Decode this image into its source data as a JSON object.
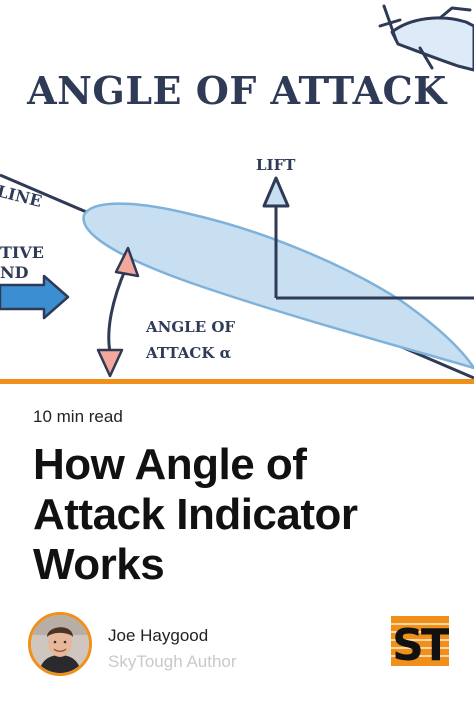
{
  "hero": {
    "title": "ANGLE OF ATTACK",
    "chord_line_label": "LINE",
    "relative_wind_label_line1": "TIVE",
    "relative_wind_label_line2": "ND",
    "lift_label": "LIFT",
    "aoa_label_line1": "ANGLE OF",
    "aoa_label_line2": "ATTACK α",
    "accent_color": "#f0901a",
    "wind_arrow_color": "#3b8fd0"
  },
  "article": {
    "read_time": "10 min read",
    "title_line1": "How Angle of",
    "title_line2": "Attack Indicator",
    "title_line3": "Works"
  },
  "author": {
    "name": "Joe Haygood",
    "role": "SkyTough Author",
    "avatar_icon": "person-photo",
    "avatar_border_color": "#f0901a"
  },
  "brand": {
    "logo_text": "ST",
    "logo_color": "#f0901a"
  }
}
